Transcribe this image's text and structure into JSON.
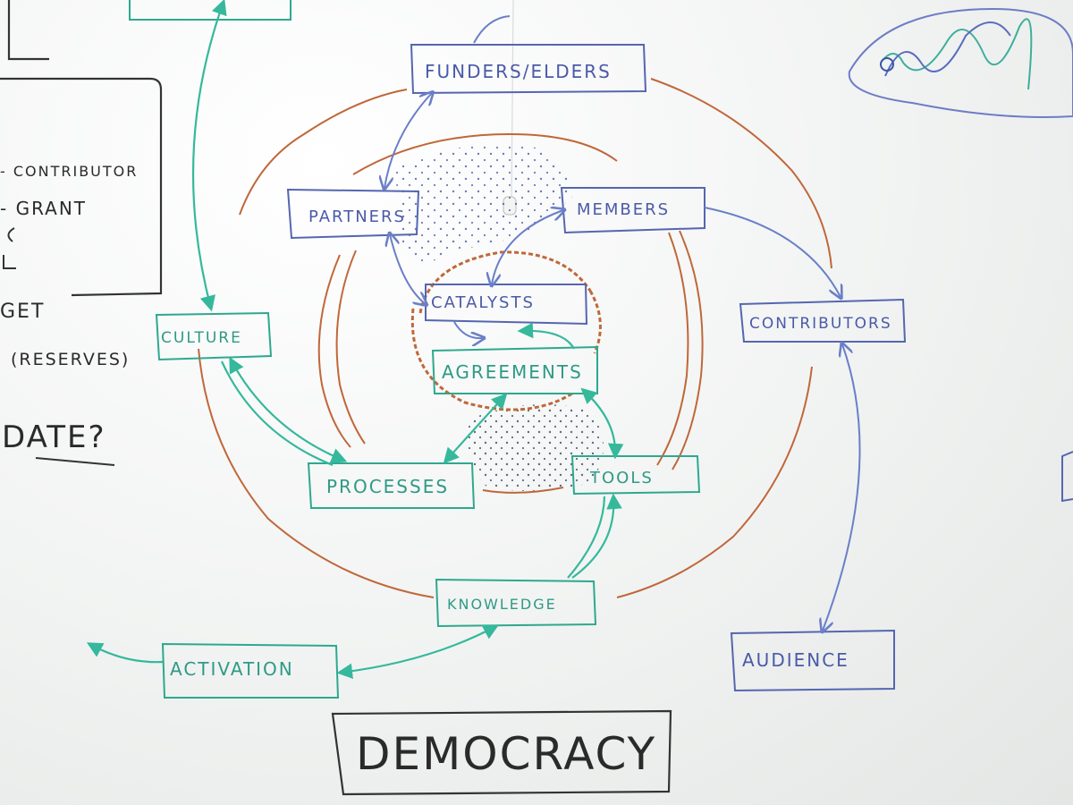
{
  "nodes": {
    "funders_elders": "FUNDERS/ELDERS",
    "partners": "PARTNERS",
    "members": "MEMBERS",
    "catalysts": "CATALYSTS",
    "agreements": "AGREEMENTS",
    "culture": "CULTURE",
    "contributors": "CONTRIBUTORS",
    "processes": "PROCESSES",
    "tools": "TOOLS",
    "knowledge": "KNOWLEDGE",
    "activation": "ACTIVATION",
    "audience": "AUDIENCE",
    "democracy": "DEMOCRACY"
  },
  "left_notes": {
    "contributor": "- CONTRIBUTOR",
    "grant": "- GRANT",
    "get": "GET",
    "reserves": "(RESERVES)",
    "update": "DATE?"
  },
  "colors": {
    "blue_marker": "#4a5aa8",
    "green_marker": "#2e9a86",
    "orange_marker": "#c0673a",
    "black_marker": "#2a2a2a"
  }
}
